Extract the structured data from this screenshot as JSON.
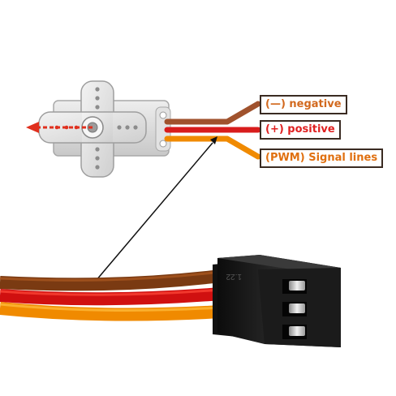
{
  "labels": {
    "negative": "(—)  negative",
    "positive": "(+)  positive",
    "signal": "(PWM)  Signal lines"
  },
  "connector": {
    "marking": "1.22"
  },
  "colors": {
    "brown_wire": "#7a3a12",
    "red_wire": "#d01010",
    "orange_wire": "#f08a00",
    "connector_body": "#151515",
    "servo_body": "#d9d9d9",
    "arrow": "#e0301e"
  }
}
